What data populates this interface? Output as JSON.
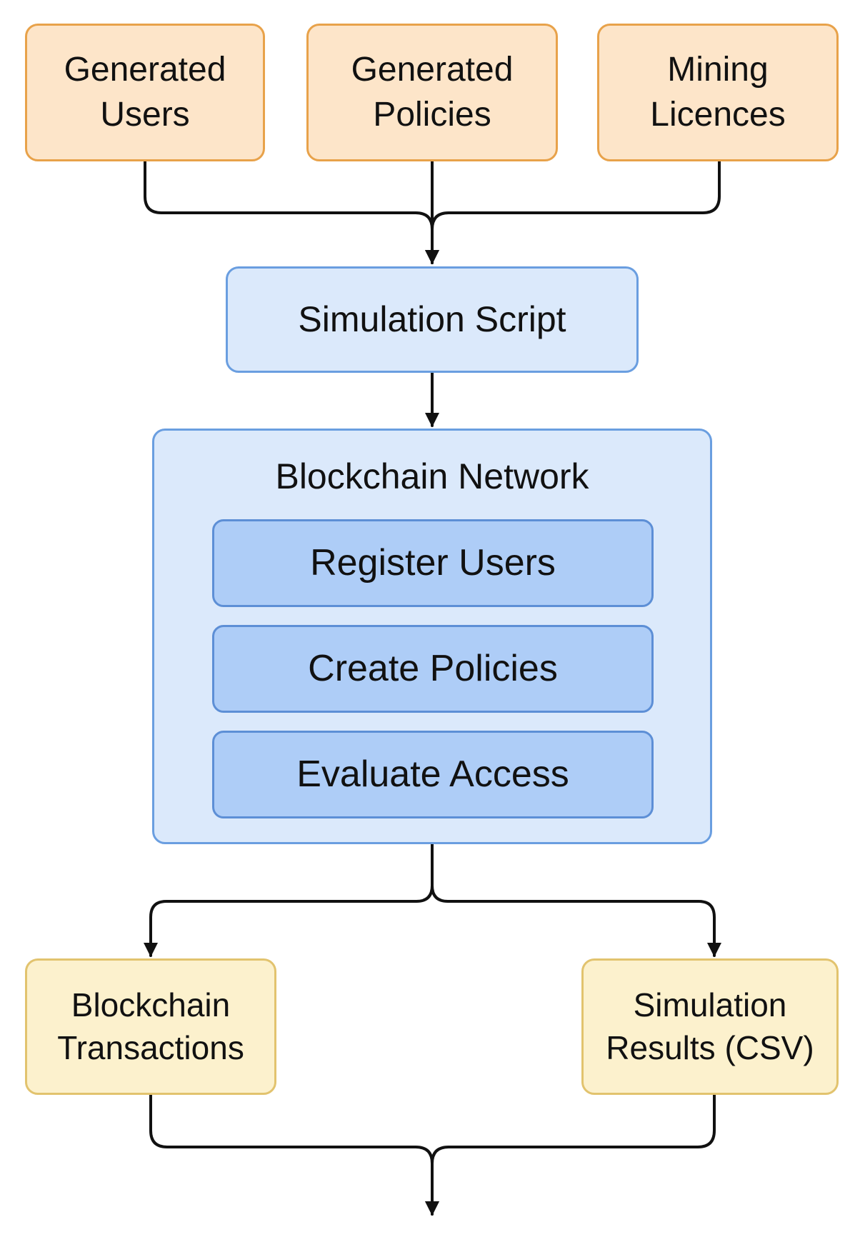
{
  "inputs": {
    "generated_users": [
      "Generated",
      "Users"
    ],
    "generated_policies": [
      "Generated",
      "Policies"
    ],
    "mining_licences": [
      "Mining",
      "Licences"
    ]
  },
  "simulation_script": "Simulation Script",
  "blockchain_network": {
    "title": "Blockchain Network",
    "steps": [
      "Register Users",
      "Create Policies",
      "Evaluate Access"
    ]
  },
  "outputs": {
    "blockchain_transactions": [
      "Blockchain",
      "Transactions"
    ],
    "simulation_results": [
      "Simulation",
      "Results (CSV)"
    ]
  },
  "colors": {
    "input_fill": "#fde5c9",
    "input_border": "#e8a24a",
    "process_fill": "#dbe9fb",
    "process_border": "#6a9ee0",
    "step_fill": "#aecdf7",
    "output_fill": "#fcf1cd",
    "output_border": "#e2c36e",
    "connector": "#111111"
  }
}
